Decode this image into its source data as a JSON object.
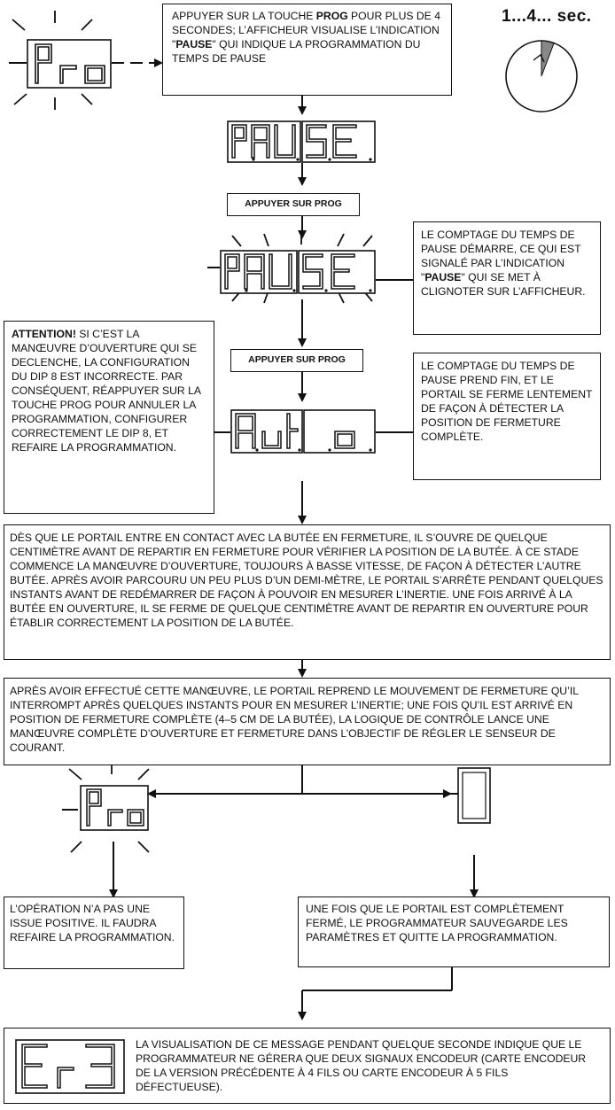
{
  "timer": {
    "label": "1...4... sec."
  },
  "step1": {
    "pre": "APPUYER SUR LA TOUCHE ",
    "bold": "PROG",
    "mid": " POUR PLUS DE 4 SECONDES; L’AFFICHEUR VISUALISE L’INDICATION \"",
    "bold2": "PAUSE",
    "post": "\" QUI INDIQUE LA PROGRAMMATION DU TEMPS DE PAUSE"
  },
  "press1": "APPUYER SUR PROG",
  "press2": "APPUYER SUR PROG",
  "note_pause_start": {
    "pre": "LE COMPTAGE DU TEMPS DE PAUSE DÉMARRE, CE QUI EST SIGNALÉ PAR L’INDICATION \"",
    "bold": "PAUSE",
    "post": "\" QUI SE MET À CLIGNOTER SUR L’AFFICHEUR."
  },
  "warning": {
    "bold": "ATTENTION!",
    "text": " SI C’EST LA MANŒUVRE D’OUVERTURE QUI SE DECLENCHE, LA CONFIGURATION DU DIP 8 EST INCORRECTE. PAR CONSÉQUENT, RÉAPPUYER SUR LA TOUCHE PROG POUR ANNULER LA PROGRAMMATION, CONFIGURER CORRECTEMENT LE DIP 8, ET REFAIRE LA PROGRAMMATION."
  },
  "note_pause_end": "LE COMPTAGE DU TEMPS DE PAUSE PREND FIN, ET LE PORTAIL SE FERME LENTEMENT DE FAÇON À DÉTECTER LA POSITION DE FERMETURE COMPLÈTE.",
  "para1": "DÈS QUE LE PORTAIL ENTRE EN CONTACT AVEC LA BUTÉE EN FERMETURE, IL S’OUVRE DE QUELQUE CENTIMÈTRE AVANT DE REPARTIR EN FERMETURE POUR VÉRIFIER LA POSITION DE LA BUTÉE. À CE STADE COMMENCE LA MANŒUVRE D’OUVERTURE, TOUJOURS À BASSE VITESSE, DE FAÇON À DÉTECTER L’AUTRE BUTÉE. APRÈS AVOIR PARCOURU UN PEU PLUS D’UN DEMI-MÈTRE, LE PORTAIL S’ARRÊTE PENDANT QUELQUES INSTANTS AVANT DE REDÉMARRER DE FAÇON À POUVOIR EN MESURER L’INERTIE. UNE FOIS ARRIVÉ À LA BUTÉE EN OUVERTURE, IL SE FERME DE QUELQUE CENTIMÈTRE AVANT DE REPARTIR EN OUVERTURE POUR ÉTABLIR CORRECTEMENT LA POSITION DE LA BUTÉE.",
  "para2": "APRÈS AVOIR EFFECTUÉ CETTE MANŒUVRE, LE PORTAIL REPREND LE MOUVEMENT DE FERMETURE QU’IL INTERROMPT APRÈS QUELQUES INSTANTS POUR EN MESURER L’INERTIE; UNE FOIS QU’IL EST ARRIVÉ EN POSITION DE FERMETURE COMPLÈTE (4–5 CM DE LA BUTÉE), LA LOGIQUE DE CONTRÔLE LANCE UNE MANŒUVRE COMPLÈTE D’OUVERTURE ET FERMETURE DANS L’OBJECTIF DE RÉGLER LE SENSEUR DE COURANT.",
  "fail": "L’OPÉRATION N’A PAS UNE ISSUE POSITIVE. IL FAUDRA REFAIRE LA PROGRAMMATION.",
  "success": "UNE FOIS QUE LE PORTAIL EST COMPLÈTEMENT FERMÉ, LE PROGRAMMATEUR SAUVEGARDE LES PARAMÈTRES ET QUITTE LA PROGRAMMATION.",
  "final": "LA VISUALISATION DE CE MESSAGE PENDANT QUELQUE SECONDE INDIQUE QUE LE PROGRAMMATEUR NE GÉRERA QUE DEUX SIGNAUX ENCODEUR (CARTE ENCODEUR DE LA VERSION PRÉCÉDENTE À 4 FILS OU CARTE ENCODEUR À 5 FILS DÉFECTUEUSE)."
}
